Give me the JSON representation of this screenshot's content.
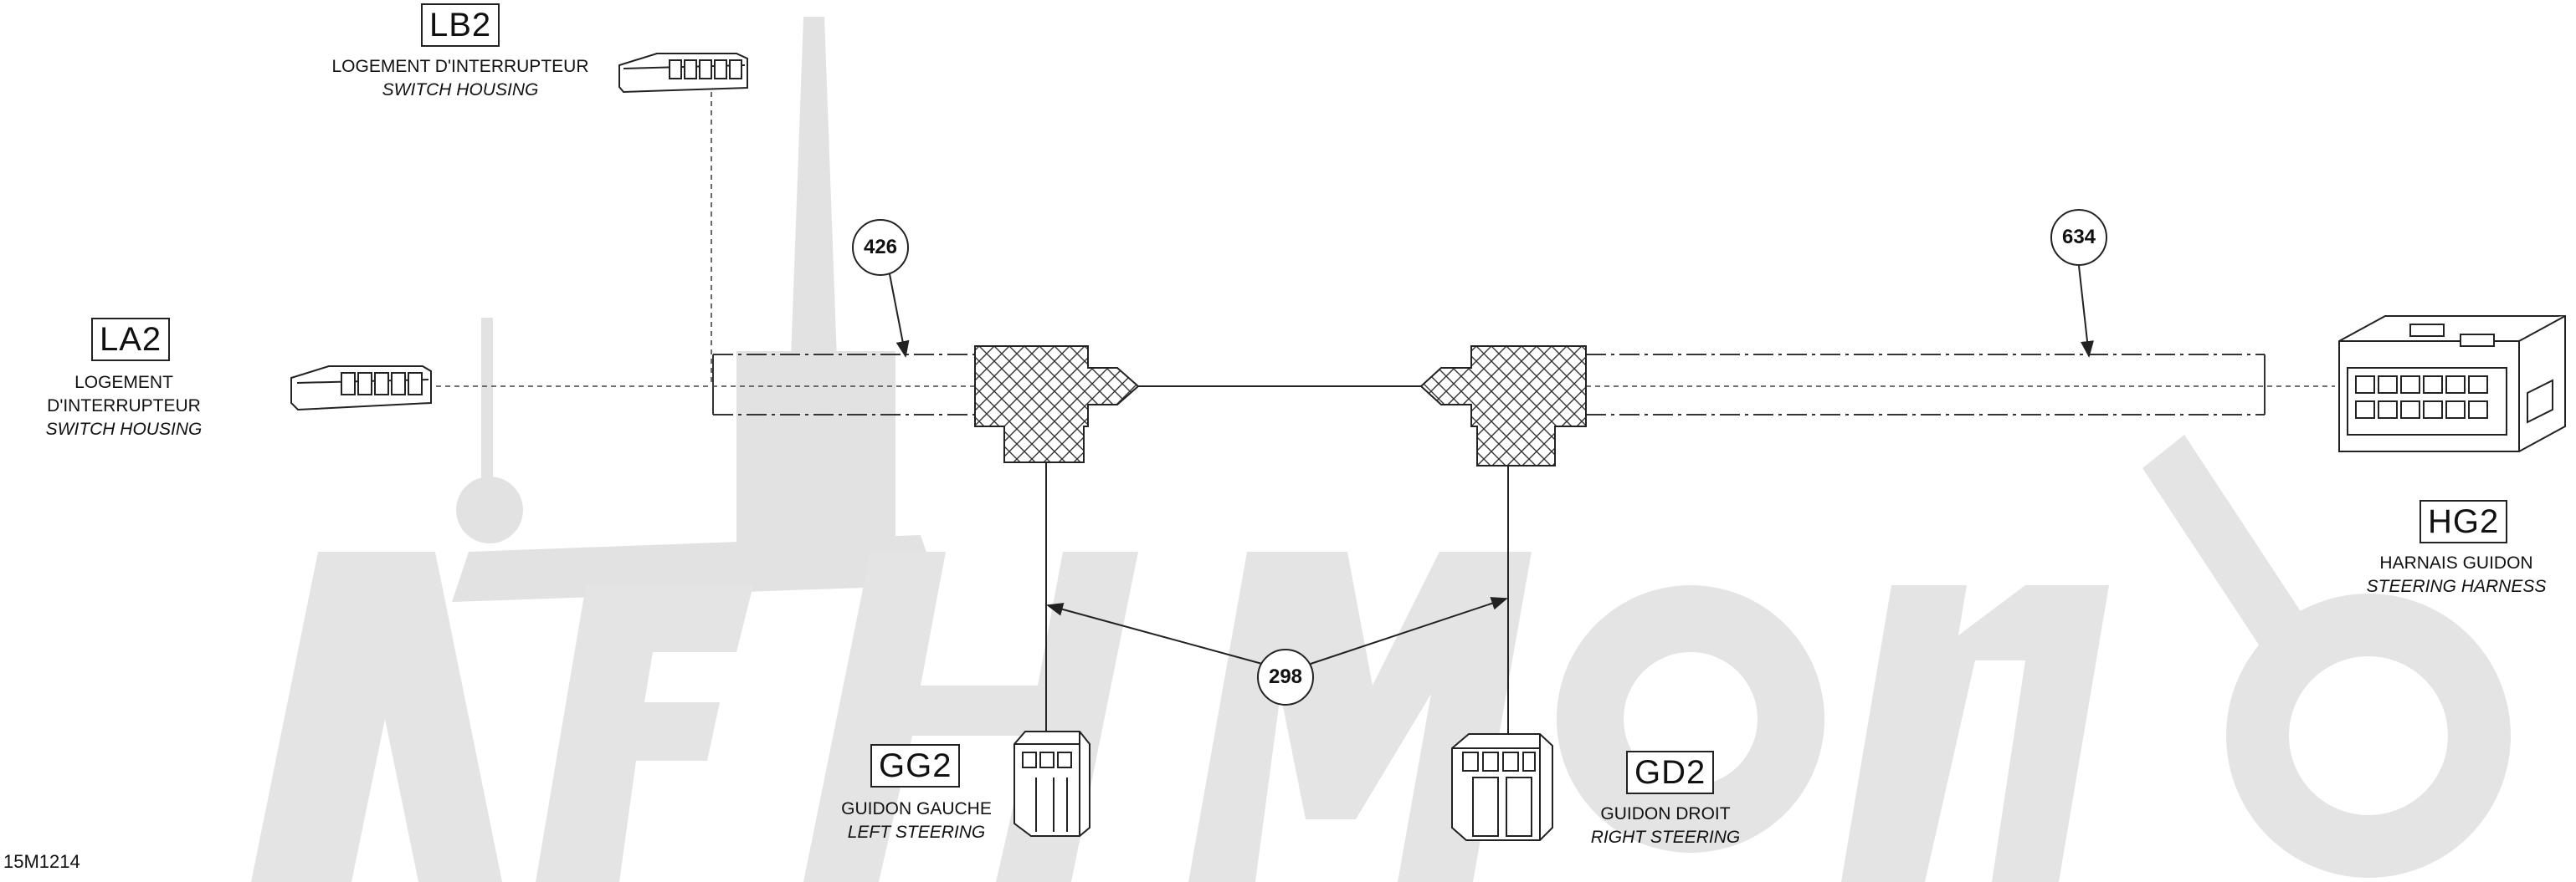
{
  "connectors": [
    {
      "code": "LB2",
      "label_fr": "LOGEMENT D'INTERRUPTEUR",
      "label_en": "SWITCH HOUSING"
    },
    {
      "code": "LA2",
      "label_fr": "LOGEMENT D'INTERRUPTEUR",
      "label_en": "SWITCH HOUSING"
    },
    {
      "code": "HG2",
      "label_fr": "HARNAIS GUIDON",
      "label_en": "STEERING HARNESS"
    },
    {
      "code": "GG2",
      "label_fr": "GUIDON GAUCHE",
      "label_en": "LEFT STEERING"
    },
    {
      "code": "GD2",
      "label_fr": "GUIDON DROIT",
      "label_en": "RIGHT STEERING"
    }
  ],
  "dimensions": {
    "d1": "426",
    "d2": "634",
    "d3": "298"
  },
  "reference": "15M1214",
  "colors": {
    "line": "#222222",
    "watermark": "#dcdcdc"
  }
}
